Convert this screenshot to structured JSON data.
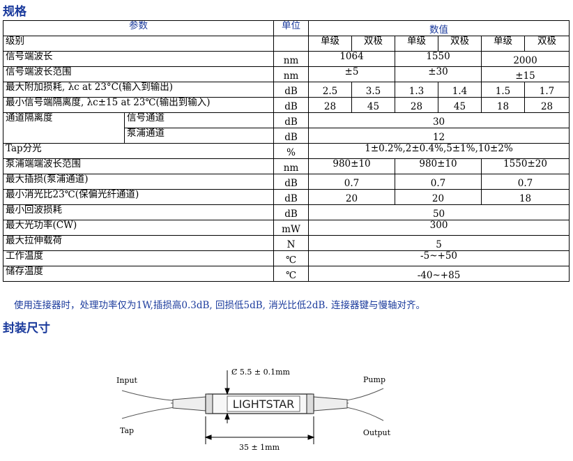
{
  "spec_title": "规格",
  "package_title": "封装尺寸",
  "header": {
    "param": "参数",
    "unit": "单位",
    "value": "数值"
  },
  "grade_row": {
    "label": "级别",
    "grades": [
      "单级",
      "双极",
      "单级",
      "双极",
      "单级",
      "双极"
    ]
  },
  "rows": {
    "signal_wavelength": {
      "label": "信号端波长",
      "unit": "nm",
      "values": [
        "1064",
        "1550",
        "2000"
      ]
    },
    "signal_range": {
      "label": "信号端波长范围",
      "unit": "nm",
      "values": [
        "±5",
        "±30",
        "±15"
      ]
    },
    "excess_loss": {
      "label": "最大附加损耗, λc at 23°C(输入到输出)",
      "unit": "dB",
      "values": [
        "2.5",
        "3.5",
        "1.3",
        "1.4",
        "1.5",
        "1.7"
      ]
    },
    "min_isolation": {
      "label": "最小信号端隔离度, λc±15 at 23℃(输出到输入)",
      "unit": "dB",
      "values": [
        "28",
        "45",
        "28",
        "45",
        "18",
        "28"
      ]
    },
    "channel_isolation": {
      "label": "通道隔离度",
      "sub1": "信号通道",
      "unit1": "dB",
      "value1": "30",
      "sub2": "泵浦通道",
      "unit2": "dB",
      "value2": "12"
    },
    "tap": {
      "label": "Tap分光",
      "unit": "%",
      "value": "1±0.2%,2±0.4%,5±1%,10±2%"
    },
    "pump_range": {
      "label": "泵浦端端波长范围",
      "unit": "nm",
      "values": [
        "980±10",
        "980±10",
        "1550±20"
      ]
    },
    "insertion_loss": {
      "label": "最大插损(泵浦通道)",
      "unit": "dB",
      "values": [
        "0.7",
        "0.7",
        "0.7"
      ]
    },
    "extinction": {
      "label": "最小消光比23℃(保偏光纤通道)",
      "unit": "dB",
      "values": [
        "20",
        "20",
        "18"
      ]
    },
    "return_loss": {
      "label": "最小回波损耗",
      "unit": "dB",
      "value": "50"
    },
    "max_power": {
      "label": "最大光功率(CW)",
      "unit": "mW",
      "value": "300"
    },
    "max_tensile": {
      "label": "最大拉伸载荷",
      "unit": "N",
      "value": "5"
    },
    "op_temp": {
      "label": "工作温度",
      "unit": "℃",
      "value": "-5~+50"
    },
    "storage_temp": {
      "label": "储存温度",
      "unit": "℃",
      "value": "-40~+85"
    }
  },
  "note": "使用连接器时，处理功率仅为1W,插损高0.3dB, 回损低5dB, 消光比低2dB. 连接器键与慢轴对齐。",
  "drawing": {
    "input": "Input",
    "tap": "Tap",
    "pump": "Pump",
    "output": "Output",
    "brand": "LIGHTSTAR",
    "diameter": "Ȼ 5.5 ± 0.1mm",
    "length": "35 ± 1mm"
  }
}
